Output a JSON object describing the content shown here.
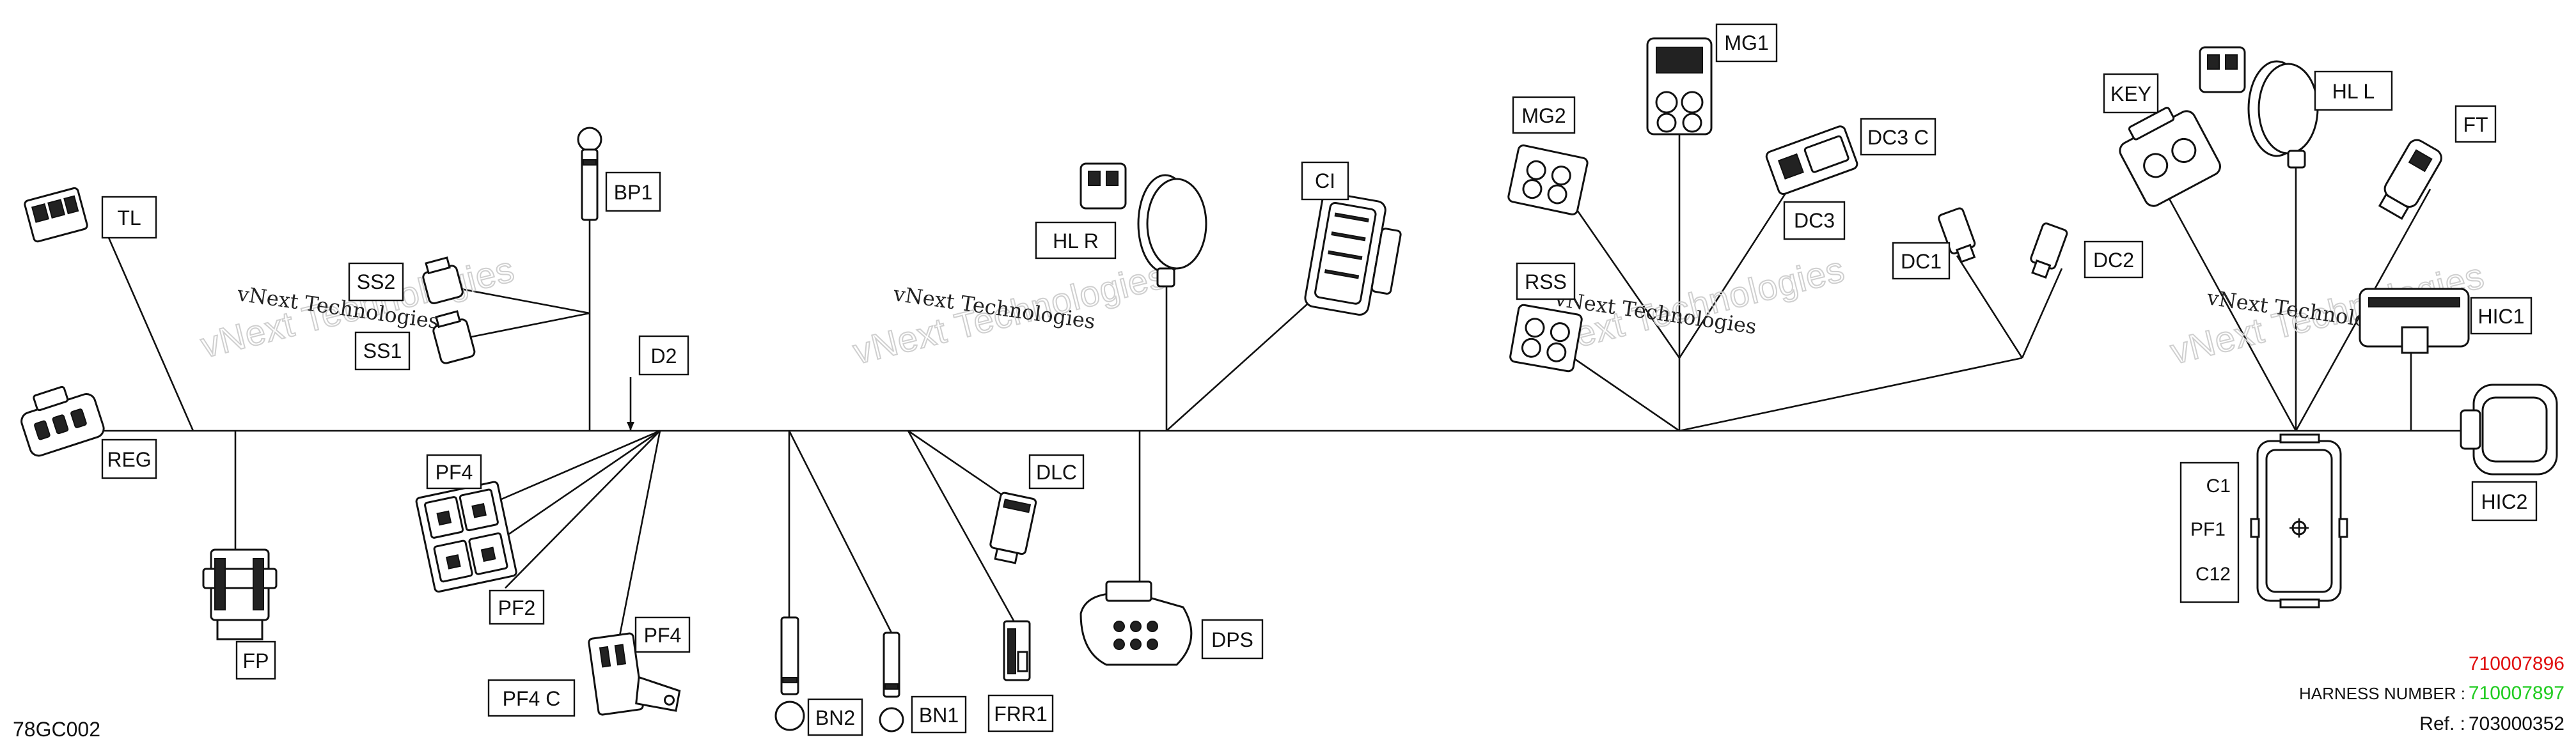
{
  "diagram_code": "78GC002",
  "watermark": {
    "line1": "vNext Technologies",
    "line2": "vNext Technologies"
  },
  "labels": {
    "TL": "TL",
    "REG": "REG",
    "FP": "FP",
    "SS2": "SS2",
    "SS1": "SS1",
    "BP1": "BP1",
    "D2": "D2",
    "PF4_a": "PF4",
    "PF2": "PF2",
    "PF4_b": "PF4",
    "PF4_C": "PF4  C",
    "BN2": "BN2",
    "BN1": "BN1",
    "DLC": "DLC",
    "FRR1": "FRR1",
    "DPS": "DPS",
    "HL_R": "HL  R",
    "CI": "CI",
    "MG2": "MG2",
    "MG1": "MG1",
    "DC3_C": "DC3 C",
    "DC3": "DC3",
    "RSS": "RSS",
    "DC1": "DC1",
    "DC2": "DC2",
    "KEY": "KEY",
    "HL_L": "HL  L",
    "FT": "FT",
    "HIC1": "HIC1",
    "HIC2": "HIC2"
  },
  "fuse_box": {
    "c1": "C1",
    "pf1": "PF1",
    "c12": "C12"
  },
  "harness": {
    "number_1": "710007896",
    "number_1_color": "#e01010",
    "label": "HARNESS NUMBER :",
    "number_2": "710007897",
    "number_2_color": "#22cc22",
    "ref_label": "Ref. :",
    "ref_value": "703000352"
  }
}
